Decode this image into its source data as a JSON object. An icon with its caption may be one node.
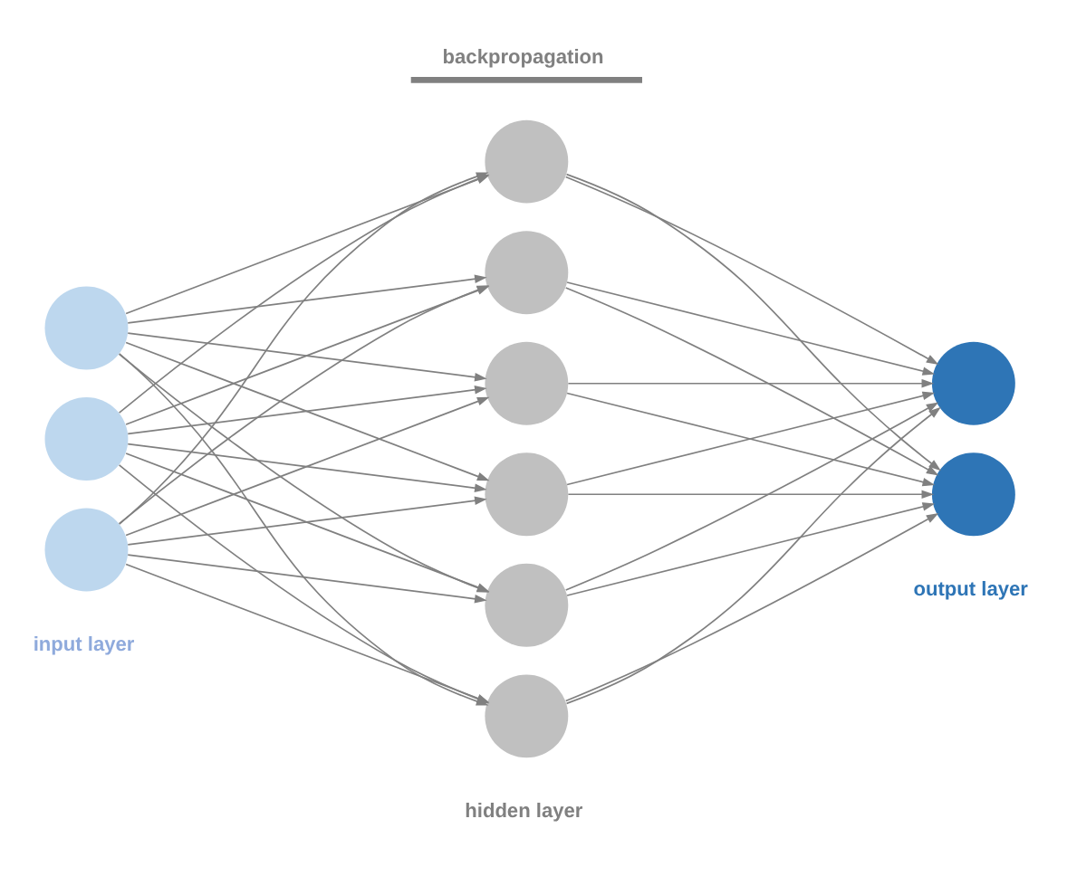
{
  "diagram": {
    "nodes": [
      {
        "text": [],
        "shape": "circle"
      },
      {
        "text": [],
        "shape": "circle"
      },
      {
        "text": [],
        "shape": "circle"
      },
      {
        "text": [],
        "shape": "circle"
      },
      {
        "text": [],
        "shape": "circle"
      },
      {
        "text": [],
        "shape": "circle"
      },
      {
        "text": [],
        "shape": "circle"
      },
      {
        "text": [],
        "shape": "circle"
      },
      {
        "text": [],
        "shape": "circle"
      },
      {
        "text": [],
        "shape": "circle"
      },
      {
        "text": [],
        "shape": "circle"
      }
    ],
    "edges": [
      {
        "from": 0,
        "to": 3,
        "arrow": "to"
      },
      {
        "from": 0,
        "to": 4,
        "arrow": "to"
      },
      {
        "from": 0,
        "to": 5,
        "arrow": "to"
      },
      {
        "from": 0,
        "to": 6,
        "arrow": "to"
      },
      {
        "from": 0,
        "to": 7,
        "arrow": "to"
      },
      {
        "from": 0,
        "to": 8,
        "arrow": "to"
      },
      {
        "from": 1,
        "to": 3,
        "arrow": "to"
      },
      {
        "from": 1,
        "to": 4,
        "arrow": "to"
      },
      {
        "from": 1,
        "to": 5,
        "arrow": "to"
      },
      {
        "from": 1,
        "to": 6,
        "arrow": "to"
      },
      {
        "from": 1,
        "to": 7,
        "arrow": "to"
      },
      {
        "from": 1,
        "to": 8,
        "arrow": "to"
      },
      {
        "from": 2,
        "to": 3,
        "arrow": "to"
      },
      {
        "from": 2,
        "to": 4,
        "arrow": "to"
      },
      {
        "from": 2,
        "to": 5,
        "arrow": "to"
      },
      {
        "from": 2,
        "to": 6,
        "arrow": "to"
      },
      {
        "from": 2,
        "to": 7,
        "arrow": "to"
      },
      {
        "from": 2,
        "to": 8,
        "arrow": "to"
      },
      {
        "from": 3,
        "to": 9,
        "arrow": "to"
      },
      {
        "from": 3,
        "to": 10,
        "arrow": "to"
      },
      {
        "from": 4,
        "to": 9,
        "arrow": "to"
      },
      {
        "from": 4,
        "to": 10,
        "arrow": "to"
      },
      {
        "from": 5,
        "to": 9,
        "arrow": "to"
      },
      {
        "from": 5,
        "to": 10,
        "arrow": "to"
      },
      {
        "from": 6,
        "to": 9,
        "arrow": "to"
      },
      {
        "from": 6,
        "to": 10,
        "arrow": "to"
      },
      {
        "from": 7,
        "to": 9,
        "arrow": "to"
      },
      {
        "from": 7,
        "to": 10,
        "arrow": "to"
      },
      {
        "from": 8,
        "to": 9,
        "arrow": "to"
      },
      {
        "from": 8,
        "to": 10,
        "arrow": "to"
      }
    ],
    "labels": [
      "backpropagation",
      "input layer",
      "hidden layer",
      "output layer"
    ]
  }
}
